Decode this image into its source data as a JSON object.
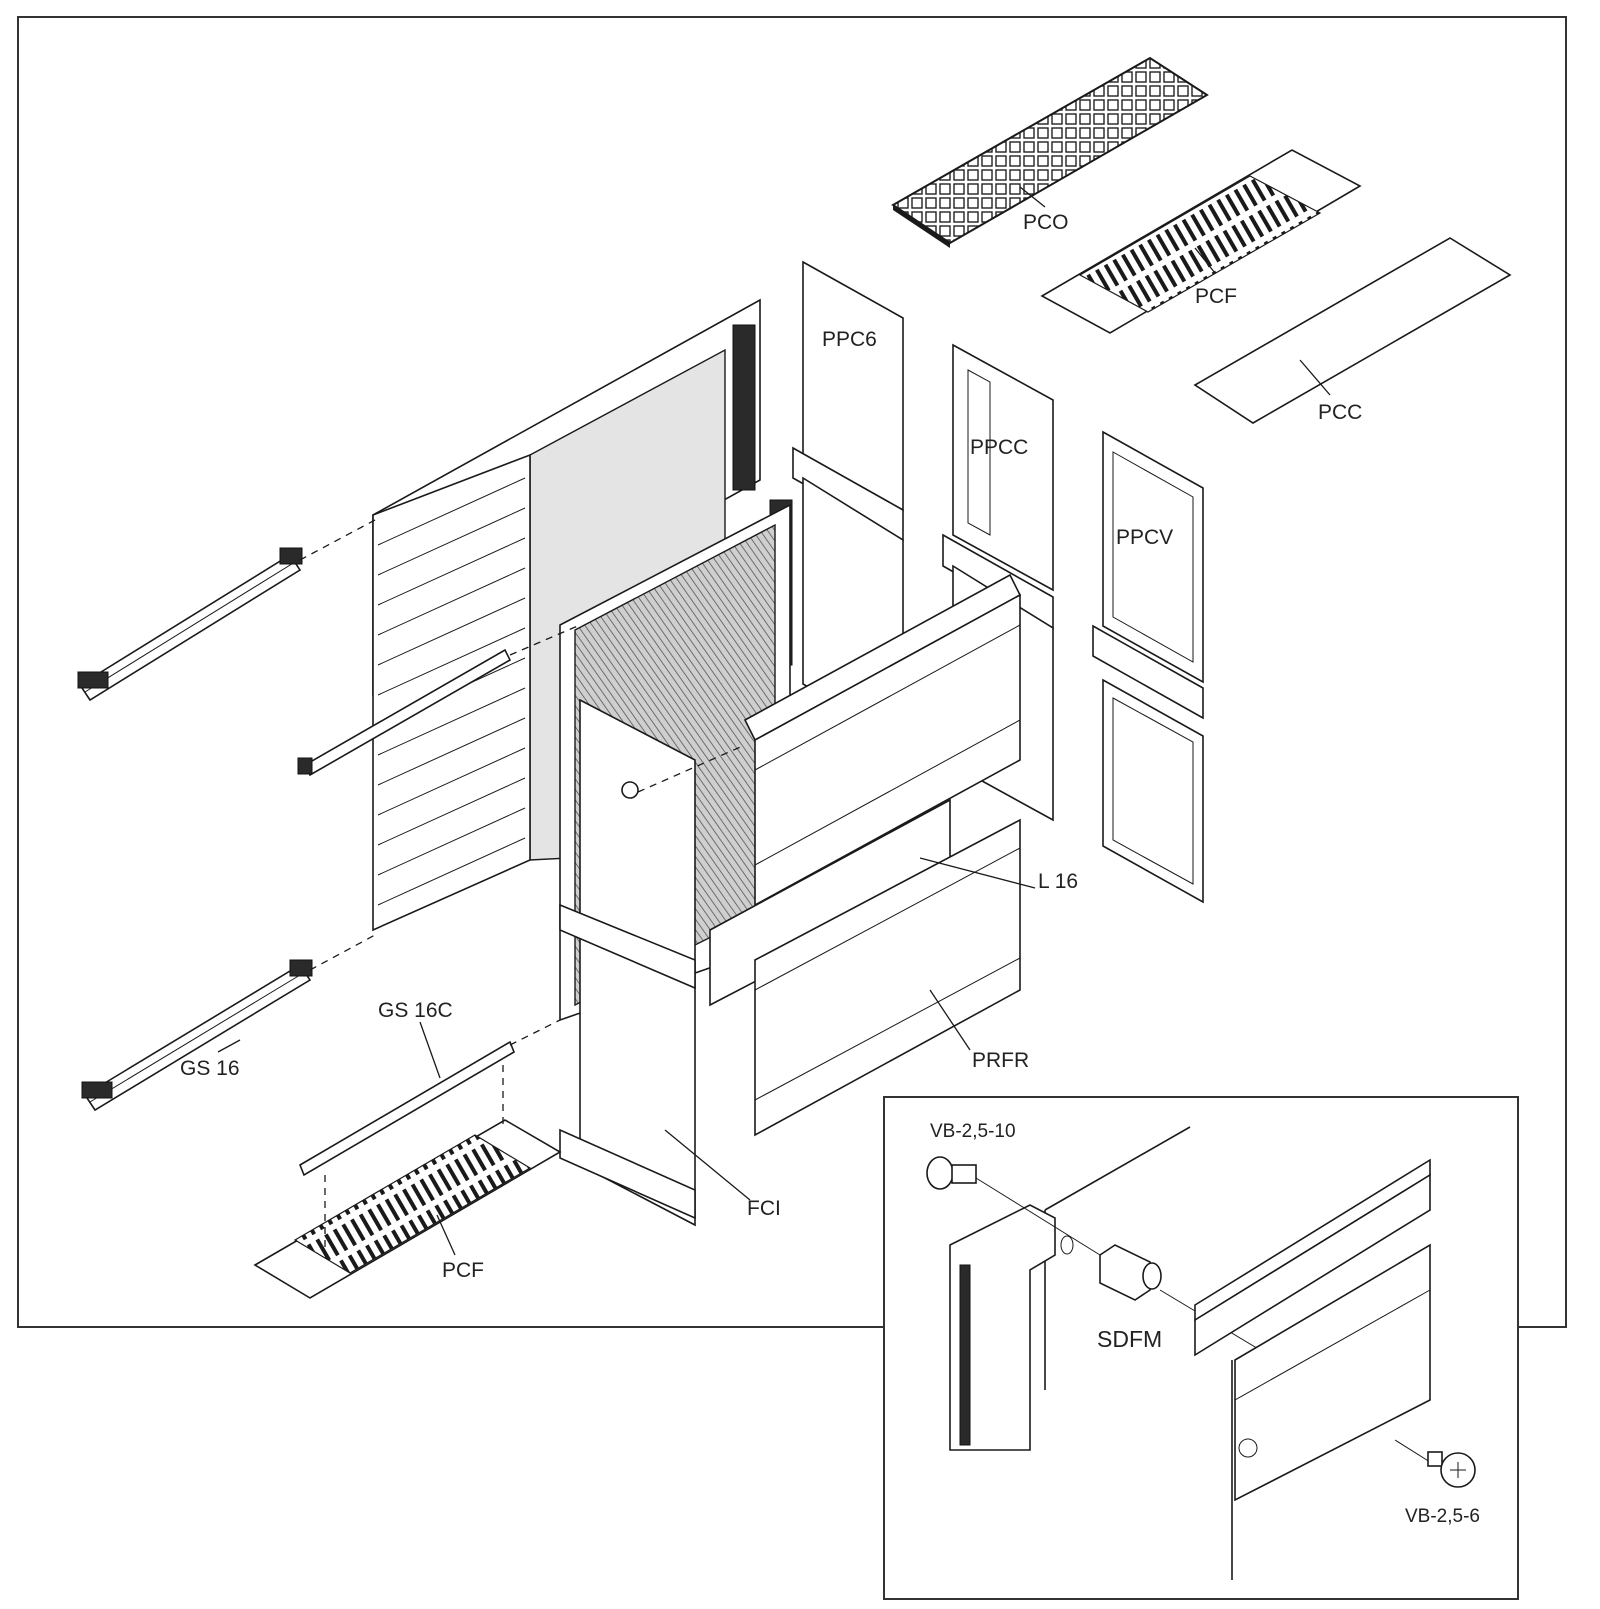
{
  "labels": {
    "pco": "PCO",
    "pcf_top": "PCF",
    "pcc": "PCC",
    "ppc6": "PPC6",
    "ppcc": "PPCC",
    "ppcv": "PPCV",
    "l16": "L 16",
    "prfr": "PRFR",
    "fci": "FCI",
    "gs16": "GS 16",
    "gs16c": "GS 16C",
    "pcf_bottom": "PCF"
  },
  "inset": {
    "vb_10": "VB-2,5-10",
    "sdfm": "SDFM",
    "vb_6": "VB-2,5-6"
  },
  "colors": {
    "line": "#1a1a1a",
    "panel_fill": "#e4e4e4",
    "background": "#ffffff"
  }
}
